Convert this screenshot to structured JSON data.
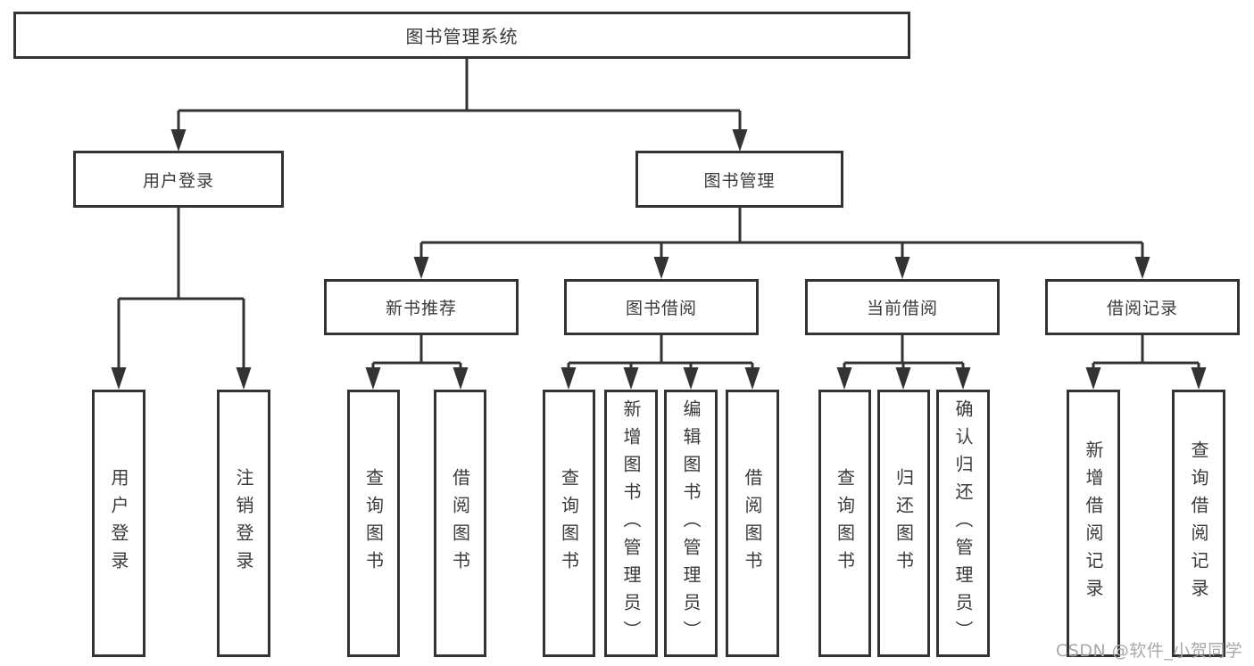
{
  "diagram": {
    "root": "图书管理系统",
    "level2": {
      "user_login": "用户登录",
      "book_management": "图书管理"
    },
    "level3": {
      "new_book_rec": "新书推荐",
      "book_borrowing": "图书借阅",
      "current_borrowing": "当前借阅",
      "borrowing_records": "借阅记录"
    },
    "leaves": {
      "user_login": "用户登录",
      "logout": "注销登录",
      "nb_query_books": "查询图书",
      "nb_borrow_books": "借阅图书",
      "bb_query_books": "查询图书",
      "bb_add_books": "新增图书（管理员）",
      "bb_edit_books": "编辑图书（管理员）",
      "bb_borrow_books": "借阅图书",
      "cb_query_books": "查询图书",
      "cb_return_books": "归还图书",
      "cb_confirm_return": "确认归还（管理员）",
      "br_add_record": "新增借阅记录",
      "br_query_record": "查询借阅记录"
    },
    "watermark": "CSDN @软件_小贺同学",
    "colors": {
      "line": "#333333",
      "text": "#3a3a3a",
      "watermark": "#a9a9a9",
      "background": "#ffffff"
    }
  }
}
